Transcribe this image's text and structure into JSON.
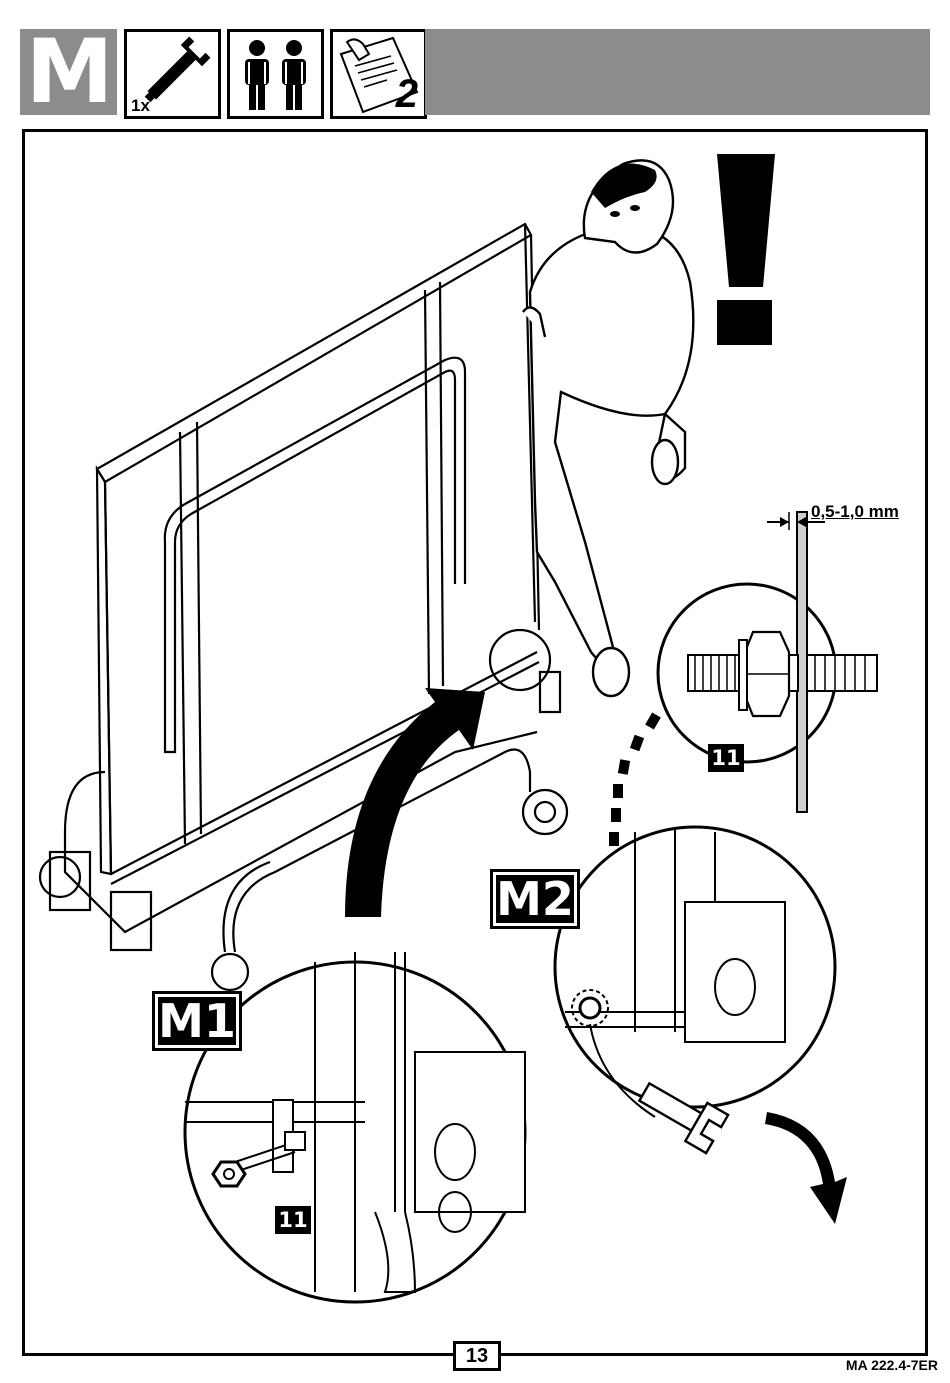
{
  "header": {
    "step_letter": "M",
    "tool_quantity": "1x",
    "tool_icon": "wrench-icon",
    "people_icon": "two-people-icon",
    "manual_icon": "manual-page-2-icon",
    "manual_page": "2",
    "bar_color": "#8c8c8c"
  },
  "illustration": {
    "detail_labels": [
      "M1",
      "M2"
    ],
    "part_number": "11",
    "gap_dimension": "0,5-1,0 mm",
    "warning_icon": "exclamation-mark-icon"
  },
  "footer": {
    "page_number": "13",
    "document_code": "MA 222.4-7ER"
  }
}
